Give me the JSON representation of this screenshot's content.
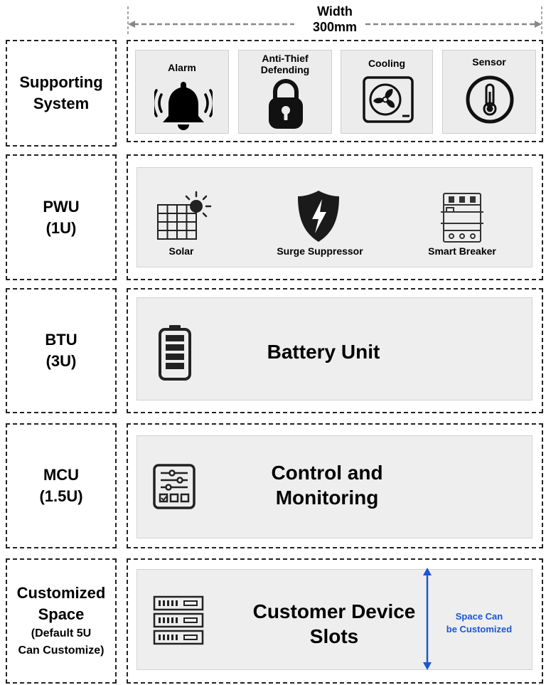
{
  "width_label": {
    "line1": "Width",
    "line2": "300mm"
  },
  "rows": {
    "supporting": {
      "label": [
        "Supporting",
        "System"
      ],
      "items": [
        {
          "label": "Alarm",
          "icon": "bell-icon"
        },
        {
          "label": [
            "Anti-Thief",
            "Defending"
          ],
          "icon": "padlock-icon"
        },
        {
          "label": "Cooling",
          "icon": "fan-icon"
        },
        {
          "label": "Sensor",
          "icon": "thermometer-icon"
        }
      ]
    },
    "pwu": {
      "label": [
        "PWU",
        "(1U)"
      ],
      "items": [
        {
          "label": "Solar",
          "icon": "solar-panel-icon"
        },
        {
          "label": "Surge Suppressor",
          "icon": "lightning-shield-icon"
        },
        {
          "label": "Smart Breaker",
          "icon": "breaker-icon"
        }
      ]
    },
    "btu": {
      "label": [
        "BTU",
        "(3U)"
      ],
      "title": "Battery Unit",
      "icon": "battery-icon"
    },
    "mcu": {
      "label": [
        "MCU",
        "(1.5U)"
      ],
      "title": [
        "Control and",
        "Monitoring"
      ],
      "icon": "control-panel-icon"
    },
    "custom": {
      "label": [
        "Customized",
        "Space"
      ],
      "sublabel": [
        "(Default 5U",
        "Can Customize)"
      ],
      "title": [
        "Customer Device",
        "Slots"
      ],
      "icon": "server-rack-icon",
      "note": [
        "Space Can",
        "be Customized"
      ]
    }
  },
  "colors": {
    "accent": "#1a56d6",
    "dash": "#222222",
    "panel": "#eeeeee"
  }
}
